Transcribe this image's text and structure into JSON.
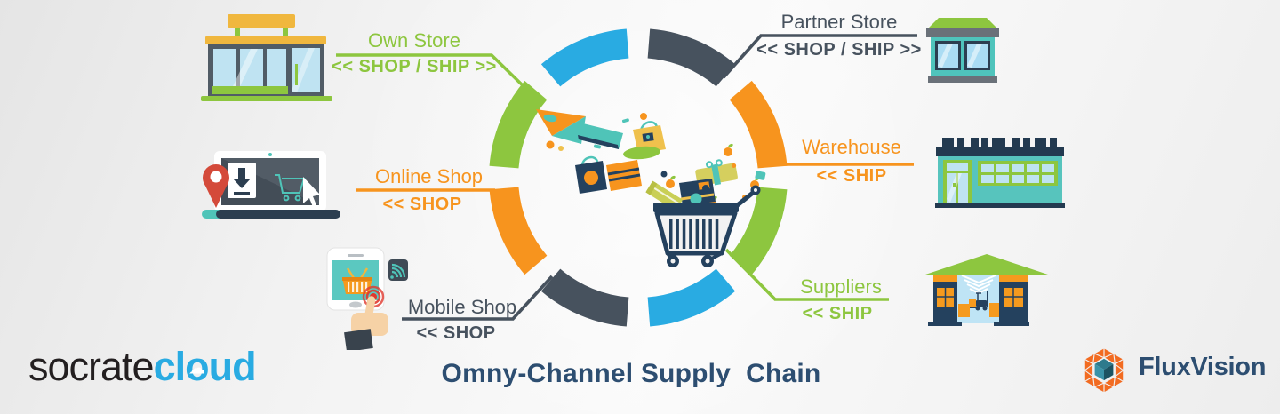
{
  "title": "Omny-Channel Supply  Chain",
  "brand_left": {
    "part_black": "socrate",
    "part_blue_pre": "cl",
    "part_blue_o": "o",
    "part_blue_post": "ud",
    "cloud_glyph": "☁"
  },
  "brand_right": {
    "name": "FluxVision",
    "logo_orange": "#f26b21",
    "cube": {
      "top": "#2d7a8c",
      "left": "#3a93a8",
      "right": "#1c5362"
    }
  },
  "colors": {
    "green": "#8dc63f",
    "orange": "#f7941e",
    "blue": "#29abe2",
    "dark": "#47525e",
    "navy": "#2d4e71",
    "teal": "#4fc4b8",
    "cart_navy": "#24415e",
    "background_edge": "#e5e5e5",
    "background_light": "#fafafa"
  },
  "channels": [
    {
      "id": "own-store",
      "label": "Own Store",
      "mode": "<< SHOP / SHIP >>",
      "color": "#8dc63f"
    },
    {
      "id": "partner-store",
      "label": "Partner Store",
      "mode": "<< SHOP / SHIP >>",
      "color": "#47525e"
    },
    {
      "id": "online-shop",
      "label": "Online Shop",
      "mode": "<< SHOP",
      "color": "#f7941e"
    },
    {
      "id": "warehouse",
      "label": "Warehouse",
      "mode": "<< SHIP",
      "color": "#f7941e"
    },
    {
      "id": "mobile-shop",
      "label": "Mobile Shop",
      "mode": "<< SHOP",
      "color": "#47525e"
    },
    {
      "id": "suppliers",
      "label": "Suppliers",
      "mode": "<< SHIP",
      "color": "#8dc63f"
    }
  ],
  "ring": {
    "segment_colors": [
      "#8dc63f",
      "#29abe2",
      "#47525e",
      "#f7941e",
      "#8dc63f",
      "#29abe2",
      "#47525e",
      "#f7941e"
    ]
  }
}
